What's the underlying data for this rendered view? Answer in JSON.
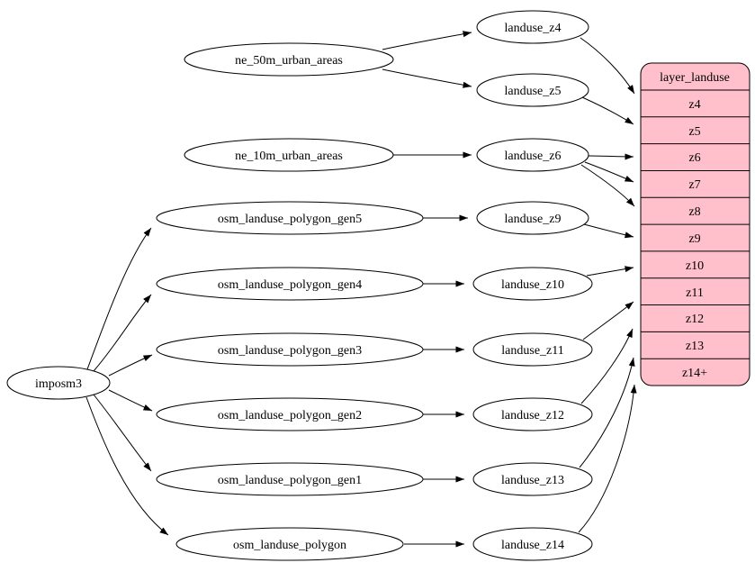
{
  "diagram": {
    "type": "flow-graph",
    "colors": {
      "background": "#ffffff",
      "node_fill": "#ffffff",
      "node_stroke": "#000000",
      "edge_color": "#000000",
      "table_fill": "#ffc0cb",
      "text_color": "#000000"
    },
    "nodes": {
      "imposm3": "imposm3",
      "ne_50m_urban_areas": "ne_50m_urban_areas",
      "ne_10m_urban_areas": "ne_10m_urban_areas",
      "osm_landuse_polygon_gen5": "osm_landuse_polygon_gen5",
      "osm_landuse_polygon_gen4": "osm_landuse_polygon_gen4",
      "osm_landuse_polygon_gen3": "osm_landuse_polygon_gen3",
      "osm_landuse_polygon_gen2": "osm_landuse_polygon_gen2",
      "osm_landuse_polygon_gen1": "osm_landuse_polygon_gen1",
      "osm_landuse_polygon": "osm_landuse_polygon",
      "landuse_z4": "landuse_z4",
      "landuse_z5": "landuse_z5",
      "landuse_z6": "landuse_z6",
      "landuse_z9": "landuse_z9",
      "landuse_z10": "landuse_z10",
      "landuse_z11": "landuse_z11",
      "landuse_z12": "landuse_z12",
      "landuse_z13": "landuse_z13",
      "landuse_z14": "landuse_z14"
    },
    "table": {
      "title": "layer_landuse",
      "rows": [
        "z4",
        "z5",
        "z6",
        "z7",
        "z8",
        "z9",
        "z10",
        "z11",
        "z12",
        "z13",
        "z14+"
      ]
    },
    "edges": [
      {
        "from": "imposm3",
        "to": "osm_landuse_polygon_gen5"
      },
      {
        "from": "imposm3",
        "to": "osm_landuse_polygon_gen4"
      },
      {
        "from": "imposm3",
        "to": "osm_landuse_polygon_gen3"
      },
      {
        "from": "imposm3",
        "to": "osm_landuse_polygon_gen2"
      },
      {
        "from": "imposm3",
        "to": "osm_landuse_polygon_gen1"
      },
      {
        "from": "imposm3",
        "to": "osm_landuse_polygon"
      },
      {
        "from": "ne_50m_urban_areas",
        "to": "landuse_z4"
      },
      {
        "from": "ne_50m_urban_areas",
        "to": "landuse_z5"
      },
      {
        "from": "ne_10m_urban_areas",
        "to": "landuse_z6"
      },
      {
        "from": "osm_landuse_polygon_gen5",
        "to": "landuse_z9"
      },
      {
        "from": "osm_landuse_polygon_gen4",
        "to": "landuse_z10"
      },
      {
        "from": "osm_landuse_polygon_gen3",
        "to": "landuse_z11"
      },
      {
        "from": "osm_landuse_polygon_gen2",
        "to": "landuse_z12"
      },
      {
        "from": "osm_landuse_polygon_gen1",
        "to": "landuse_z13"
      },
      {
        "from": "osm_landuse_polygon",
        "to": "landuse_z14"
      },
      {
        "from": "landuse_z4",
        "to": "layer_landuse.z4"
      },
      {
        "from": "landuse_z5",
        "to": "layer_landuse.z5"
      },
      {
        "from": "landuse_z6",
        "to": "layer_landuse.z6"
      },
      {
        "from": "landuse_z6",
        "to": "layer_landuse.z7"
      },
      {
        "from": "landuse_z6",
        "to": "layer_landuse.z8"
      },
      {
        "from": "landuse_z9",
        "to": "layer_landuse.z9"
      },
      {
        "from": "landuse_z10",
        "to": "layer_landuse.z10"
      },
      {
        "from": "landuse_z11",
        "to": "layer_landuse.z11"
      },
      {
        "from": "landuse_z12",
        "to": "layer_landuse.z12"
      },
      {
        "from": "landuse_z13",
        "to": "layer_landuse.z13"
      },
      {
        "from": "landuse_z14",
        "to": "layer_landuse.z14+"
      }
    ]
  }
}
